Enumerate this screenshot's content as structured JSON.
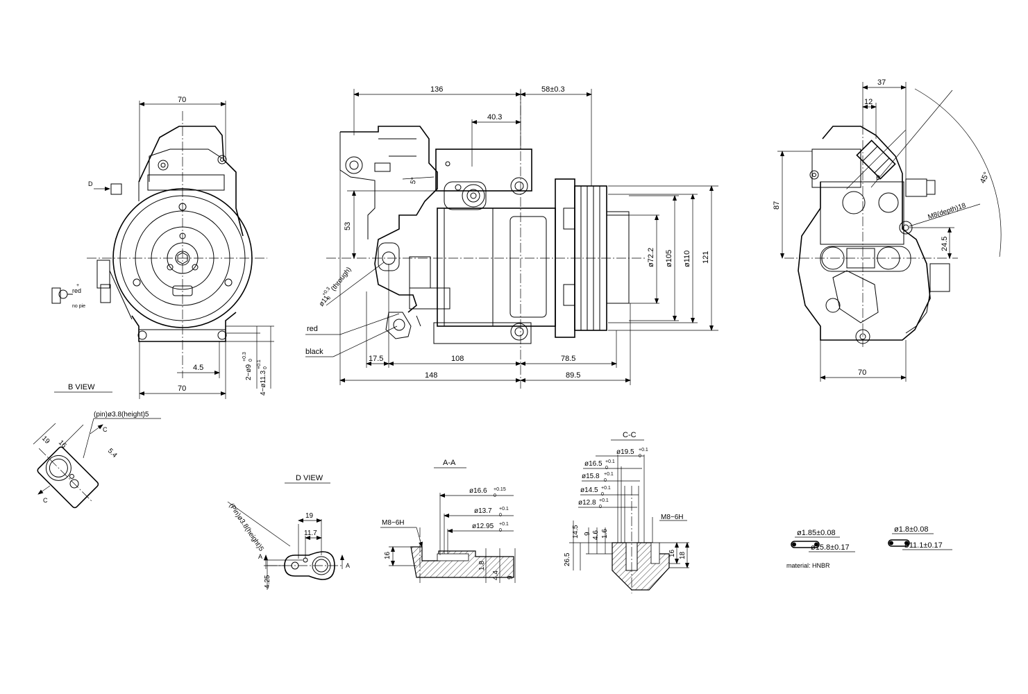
{
  "views": {
    "front": {
      "width_top": "70",
      "width_bottom": "70",
      "offset": "4.5",
      "hole_a": "2−ø9",
      "hole_a_tol": "+0.3",
      "hole_a_tol2": "0",
      "hole_b": "4−ø11.3",
      "hole_b_tol": "+0.1",
      "hole_b_tol2": "0",
      "label_d": "D",
      "wire_red": "red",
      "wire_plus": "+",
      "wire_nopie": "no pie"
    },
    "side": {
      "dim_136": "136",
      "dim_58": "58±0.3",
      "dim_40": "40.3",
      "dim_5": "5°",
      "dim_53": "53",
      "dim_121": "121",
      "dim_110": "ø110",
      "dim_105": "ø105",
      "dim_72": "ø72.2",
      "hole_label": "ø11",
      "hole_tol": "+0.3",
      "hole_tol2": "0",
      "hole_note": "(through)",
      "red": "red",
      "black": "black",
      "dim_17": "17.5",
      "dim_108": "108",
      "dim_78": "78.5",
      "dim_148": "148",
      "dim_89": "89.5"
    },
    "rear": {
      "dim_37": "37",
      "dim_12": "12",
      "dim_87": "87",
      "dim_24": "24.5",
      "dim_70": "70",
      "angle": "45°",
      "thread": "M8(depth)18",
      "label_b": "B"
    },
    "b_view": {
      "title": "B VIEW",
      "pin": "(pin)ø3.8(height)5",
      "d19": "19",
      "d16": "16",
      "d54": "5.4",
      "c": "C"
    },
    "d_view": {
      "title": "D VIEW",
      "pin": "(Pin)ø3.8(height)5",
      "d19": "19",
      "d11": "11.7",
      "d425": "4.25",
      "a": "A"
    },
    "section_aa": {
      "title": "A-A",
      "thread": "M8−6H",
      "d16": "ø16.6",
      "d16_tol": "+0.15",
      "d16_tol2": "0",
      "d13": "ø13.7",
      "d13_tol": "+0.1",
      "d13_tol2": "0",
      "d12": "ø12.95",
      "d12_tol": "+0.1",
      "d12_tol2": "0",
      "h16": "16",
      "h18": "1.8",
      "h44": "4.4",
      "h9": "9"
    },
    "section_cc": {
      "title": "C-C",
      "d19": "ø19.5",
      "d16": "ø16.5",
      "d15": "ø15.8",
      "d14": "ø14.5",
      "d12": "ø12.8",
      "tol": "+0.1",
      "tol2": "0",
      "thread": "M8−6H",
      "h145": "14.5",
      "h9": "9",
      "h46": "4.6",
      "h16a": "1.6",
      "h265": "26.5",
      "h16": "16",
      "h18": "18"
    },
    "orings": {
      "r1_wire": "ø1.85±0.08",
      "r1_id": "ø15.8±0.17",
      "material": "material: HNBR",
      "r2_wire": "ø1.8±0.08",
      "r2_id": "ø11.1±0.17"
    }
  }
}
